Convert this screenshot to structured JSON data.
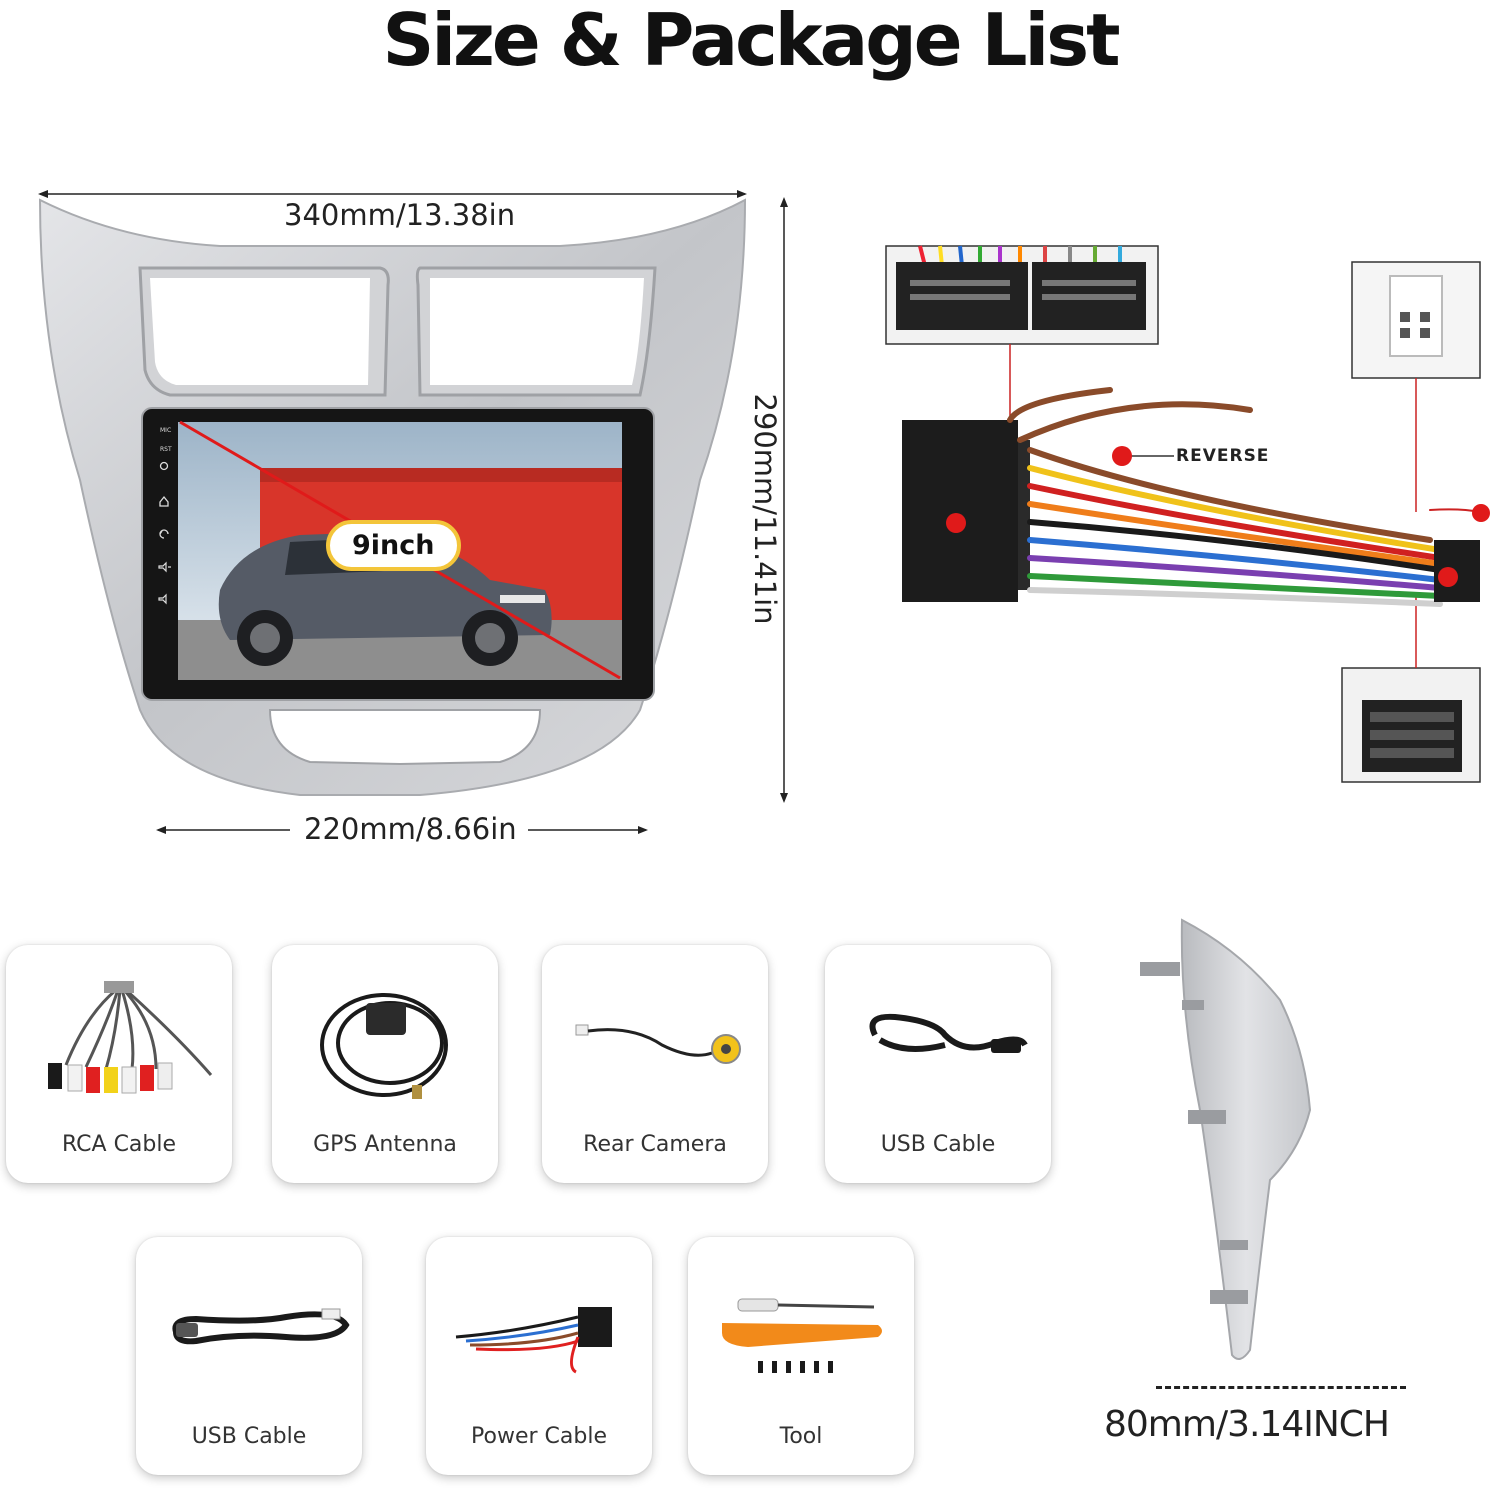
{
  "title": "Size & Package List",
  "dimensions": {
    "top_width": "340mm/13.38in",
    "height": "290mm/11.41in",
    "bottom_width": "220mm/8.66in",
    "depth": "80mm/3.14INCH"
  },
  "screen": {
    "badge": "9inch",
    "side_buttons": [
      "MIC",
      "RST",
      "power-icon",
      "home-icon",
      "back-icon",
      "volume-up-icon",
      "volume-down-icon"
    ]
  },
  "harness": {
    "reverse_label": "REVERSE"
  },
  "package_items": [
    {
      "label": "RCA Cable",
      "icon": "rca-cable-icon"
    },
    {
      "label": "GPS Antenna",
      "icon": "gps-antenna-icon"
    },
    {
      "label": "Rear Camera",
      "icon": "rear-camera-cable-icon"
    },
    {
      "label": "USB Cable",
      "icon": "usb-cable-icon"
    },
    {
      "label": "USB Cable",
      "icon": "usb-cable-icon"
    },
    {
      "label": "Power Cable",
      "icon": "power-cable-icon"
    },
    {
      "label": "Tool",
      "icon": "tool-kit-icon"
    }
  ],
  "colors": {
    "frame_silver": "#c9cbcf",
    "accent_red": "#e01a1a",
    "badge_border": "#f3c53a"
  }
}
